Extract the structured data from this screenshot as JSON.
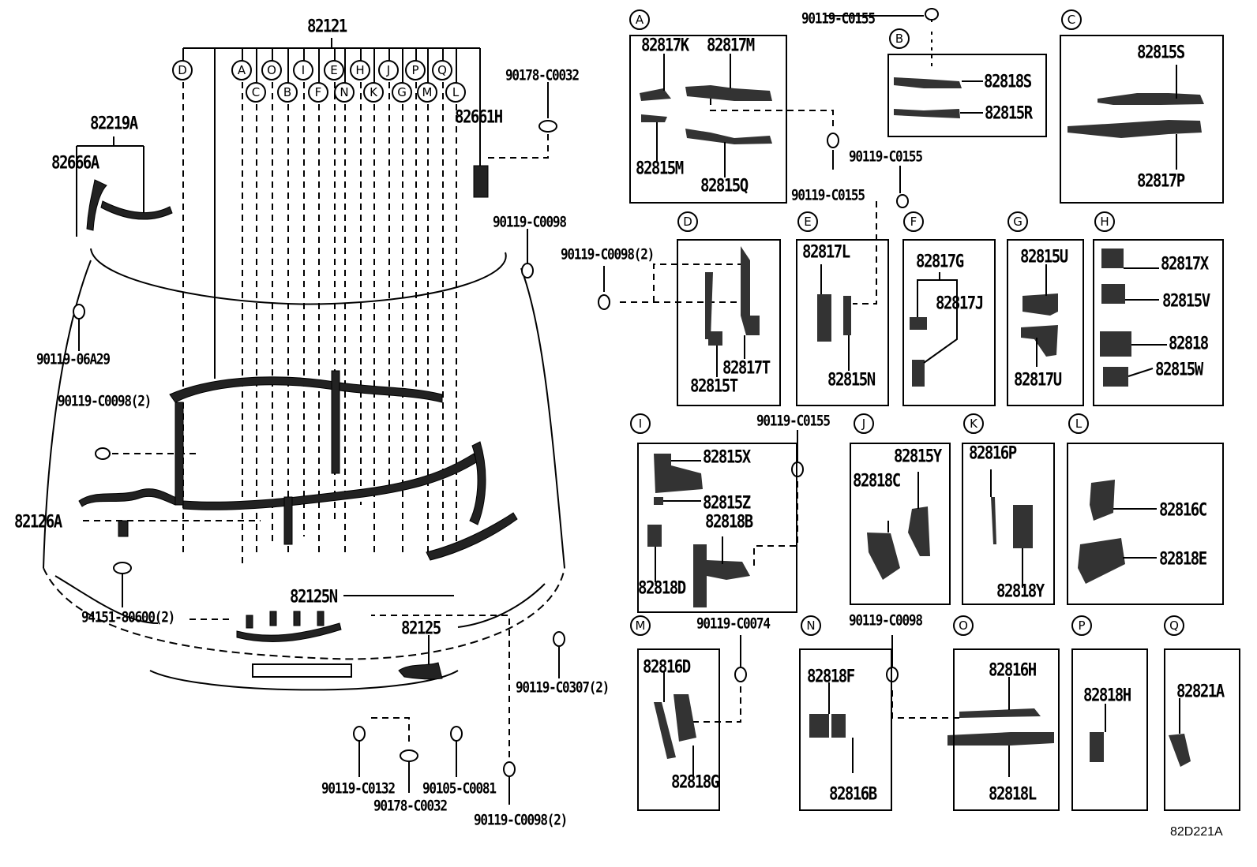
{
  "diagram": {
    "title": "Engine room wire harness & clamps — exploded parts diagram",
    "figure_code": "82D221A",
    "main_view": {
      "harness_main": "82121",
      "callout_letters_top_row": [
        "D",
        "A",
        "O",
        "I",
        "E",
        "H",
        "J",
        "P",
        "Q"
      ],
      "callout_letters_second_row": [
        "C",
        "B",
        "F",
        "N",
        "K",
        "G",
        "M",
        "L"
      ],
      "parts": {
        "p82219A": "82219A",
        "p82666A": "82666A",
        "p82661H": "82661H",
        "p90178_C0032_top": "90178-C0032",
        "p90119_C0098_right": "90119-C0098",
        "p90119_06A29": "90119-06A29",
        "p90119_C0098_2_left": "90119-C0098(2)",
        "p82126A": "82126A",
        "p94151_80600_2": "94151-80600(2)",
        "p82125N": "82125N",
        "p82125": "82125",
        "p90119_C0307_2": "90119-C0307(2)",
        "p90119_C0132": "90119-C0132",
        "p90178_C0032_bottom": "90178-C0032",
        "p90105_C0081": "90105-C0081",
        "p90119_C0098_2_bottom": "90119-C0098(2)"
      }
    },
    "detail_boxes": [
      {
        "letter": "A",
        "parts": [
          "82817K",
          "82817M",
          "82815M",
          "82815Q"
        ]
      },
      {
        "letter": "B",
        "parts": [
          "82818S",
          "82815R"
        ]
      },
      {
        "letter": "C",
        "parts": [
          "82815S",
          "82817P"
        ]
      },
      {
        "letter": "D",
        "parts": [
          "82817T",
          "82815T"
        ]
      },
      {
        "letter": "E",
        "parts": [
          "82817L",
          "82815N"
        ]
      },
      {
        "letter": "F",
        "parts": [
          "82817G",
          "82817J"
        ]
      },
      {
        "letter": "G",
        "parts": [
          "82815U",
          "82817U"
        ]
      },
      {
        "letter": "H",
        "parts": [
          "82817X",
          "82815V",
          "82818",
          "82815W"
        ]
      },
      {
        "letter": "I",
        "parts": [
          "82815X",
          "82815Z",
          "82818B",
          "82818D"
        ]
      },
      {
        "letter": "J",
        "parts": [
          "82815Y",
          "82818C"
        ]
      },
      {
        "letter": "K",
        "parts": [
          "82816P",
          "82818Y"
        ]
      },
      {
        "letter": "L",
        "parts": [
          "82816C",
          "82818E"
        ]
      },
      {
        "letter": "M",
        "parts": [
          "82816D",
          "82818G"
        ]
      },
      {
        "letter": "N",
        "parts": [
          "82818F",
          "82816B"
        ]
      },
      {
        "letter": "O",
        "parts": [
          "82816H",
          "82818L"
        ]
      },
      {
        "letter": "P",
        "parts": [
          "82818H"
        ]
      },
      {
        "letter": "Q",
        "parts": [
          "82821A"
        ]
      }
    ],
    "fasteners_right": {
      "f1": "90119-C0155",
      "f2": "90119-C0155",
      "f3": "90119-C0155",
      "f4": "90119-C0098(2)",
      "f5": "90119-C0155",
      "f6": "90119-C0074",
      "f7": "90119-C0098"
    }
  }
}
